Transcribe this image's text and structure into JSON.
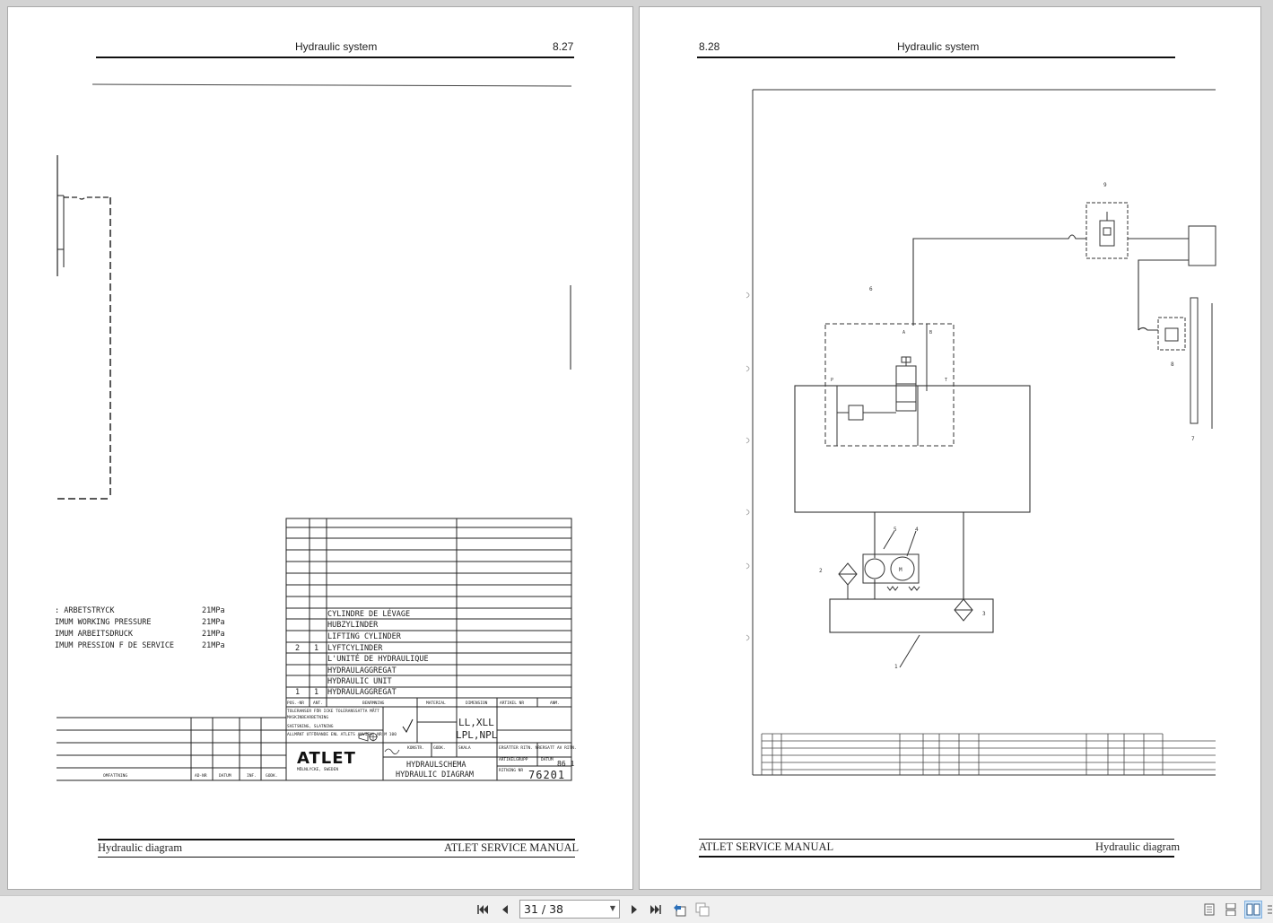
{
  "viewer": {
    "current_page": "31",
    "separator": "/",
    "total_pages": "38"
  },
  "left_page": {
    "header_title": "Hydraulic system",
    "page_number": "8.27",
    "footer_left": "Hydraulic diagram",
    "footer_right": "ATLET SERVICE MANUAL",
    "pressure_notes": [
      {
        "label": ": ARBETSTRYCK",
        "value": "21MPa"
      },
      {
        "label": "IMUM  WORKING  PRESSURE",
        "value": "21MPa"
      },
      {
        "label": "IMUM  ARBEITSDRUCK",
        "value": "21MPa"
      },
      {
        "label": "IMUM  PRESSION  F DE SERVICE",
        "value": "21MPa"
      }
    ],
    "parts_list": [
      {
        "pos": "",
        "qty": "",
        "name": "CYLINDRE DE LÉVAGE"
      },
      {
        "pos": "",
        "qty": "",
        "name": "HUBZYLINDER"
      },
      {
        "pos": "",
        "qty": "",
        "name": "LIFTING  CYLINDER"
      },
      {
        "pos": "2",
        "qty": "1",
        "name": "LYFTCYLINDER"
      },
      {
        "pos": "",
        "qty": "",
        "name": "L'UNITÉ DE HYDRAULIQUE"
      },
      {
        "pos": "",
        "qty": "",
        "name": "HYDRAULAGGREGAT"
      },
      {
        "pos": "",
        "qty": "",
        "name": "HYDRAULIC  UNIT"
      },
      {
        "pos": "1",
        "qty": "1",
        "name": "HYDRAULAGGREGAT"
      }
    ],
    "title_block": {
      "col_pos": "POS.-NR",
      "col_qty": "ANT.",
      "col_name": "BENÄMNING",
      "col_material": "MATERIAL",
      "col_dimension": "DIMENSION",
      "col_article": "ARTIKEL NR",
      "col_note": "ANM.",
      "company": "ATLET",
      "company_city": "MÖLNLYCKE, SWEDEN",
      "model_top": "LL,XLL",
      "model_bottom": "LPL,NPL",
      "drawing_title_sv": "HYDRAULSCHEMA",
      "drawing_title_en": "HYDRAULIC  DIAGRAM",
      "drawing_number": "76201",
      "date": "86 1",
      "revision_header": "OMFATTNING",
      "rev_col_ad": "AD-NR",
      "rev_col_datum": "DATUM",
      "rev_col_inf": "INF.",
      "rev_col_godk": "GODK.",
      "label_datum": "DATUM",
      "label_ritning": "RITNING NR",
      "label_artikelgrupp": "ARTIKELGRUPP",
      "label_konstr": "KONSTR.",
      "label_godk": "GODK.",
      "label_skala": "SKALA",
      "label_ersatter": "ERSÄTTER RITN. NR",
      "label_ersatt": "ERSATT AV RITN.",
      "tol_text": "TOLERANSER FÖR ICKE TOLERANSSATTA MÅTT",
      "tol_mask": "MASKINBEARBETNING",
      "tol_svets": "SVETSNING, SLATNING",
      "allm": "ALLMÄNT UTFÖRANDE ENL ATLETS ANVISN. NR M 100"
    }
  },
  "right_page": {
    "page_number": "8.28",
    "header_title": "Hydraulic system",
    "footer_left": "ATLET SERVICE MANUAL",
    "footer_right": "Hydraulic diagram",
    "component_numbers": [
      "1",
      "2",
      "3",
      "4",
      "5",
      "6",
      "7",
      "8",
      "9"
    ],
    "port_labels": [
      "A",
      "B",
      "P",
      "T"
    ],
    "motor_label": "M"
  }
}
